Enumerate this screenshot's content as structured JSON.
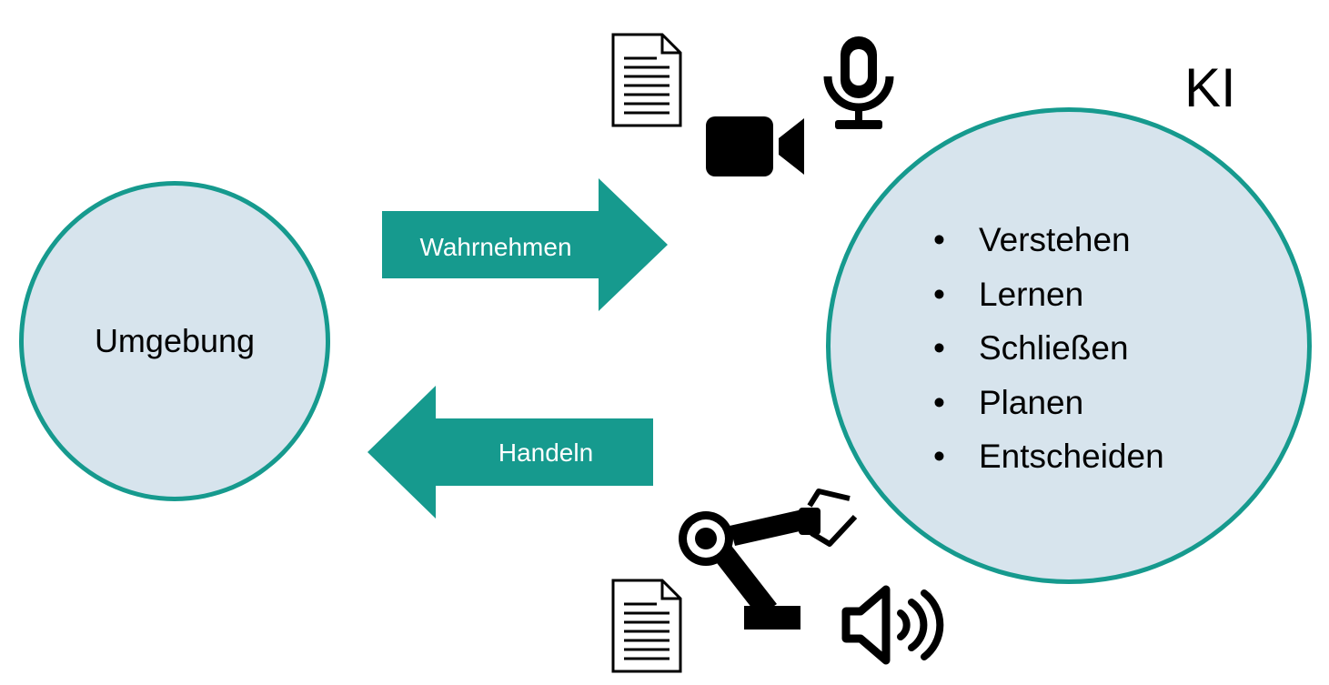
{
  "environment": {
    "label": "Umgebung"
  },
  "ki": {
    "title": "KI",
    "capabilities": [
      "Verstehen",
      "Lernen",
      "Schließen",
      "Planen",
      "Entscheiden"
    ],
    "bullet": "•"
  },
  "arrows": {
    "perceive_label": "Wahrnehmen",
    "act_label": "Handeln"
  },
  "icons": {
    "input": [
      "document-icon",
      "video-camera-icon",
      "microphone-icon"
    ],
    "output": [
      "robot-arm-icon",
      "document-icon",
      "speaker-icon"
    ]
  },
  "colors": {
    "teal": "#169a8e",
    "circle_fill": "#d7e4ed"
  }
}
